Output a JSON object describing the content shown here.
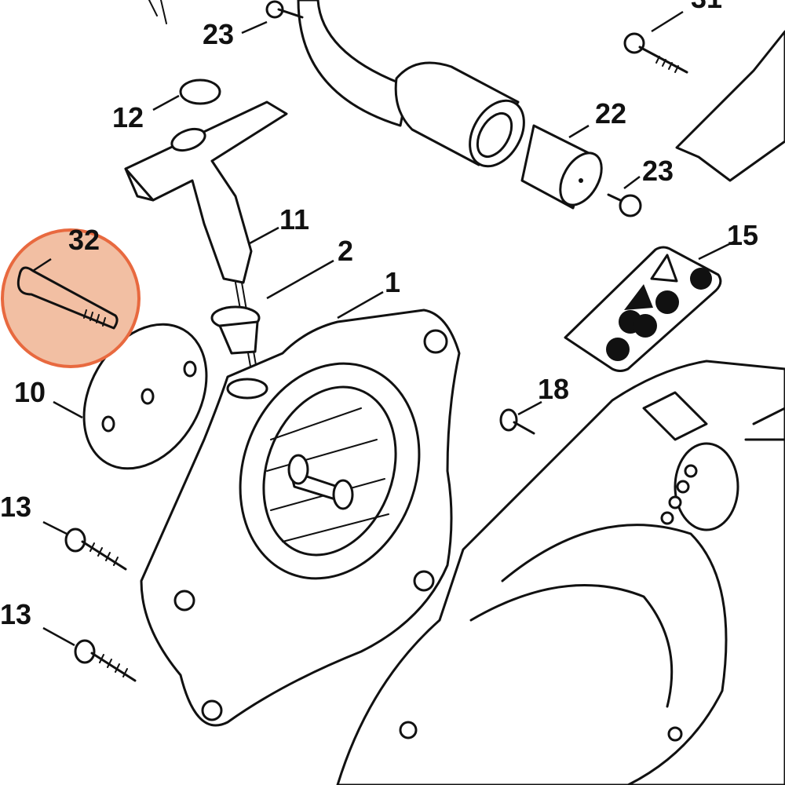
{
  "diagram": {
    "highlight_color": "#e8693f",
    "highlight_fill": "#f2bfa3",
    "highlighted_part": "32",
    "callouts": [
      {
        "id": "23a",
        "label": "23"
      },
      {
        "id": "31",
        "label": "31"
      },
      {
        "id": "12",
        "label": "12"
      },
      {
        "id": "22",
        "label": "22"
      },
      {
        "id": "23b",
        "label": "23"
      },
      {
        "id": "11",
        "label": "11"
      },
      {
        "id": "32",
        "label": "32"
      },
      {
        "id": "2",
        "label": "2"
      },
      {
        "id": "15",
        "label": "15"
      },
      {
        "id": "1",
        "label": "1"
      },
      {
        "id": "10",
        "label": "10"
      },
      {
        "id": "18",
        "label": "18"
      },
      {
        "id": "13a",
        "label": "13"
      },
      {
        "id": "13b",
        "label": "13"
      }
    ]
  }
}
